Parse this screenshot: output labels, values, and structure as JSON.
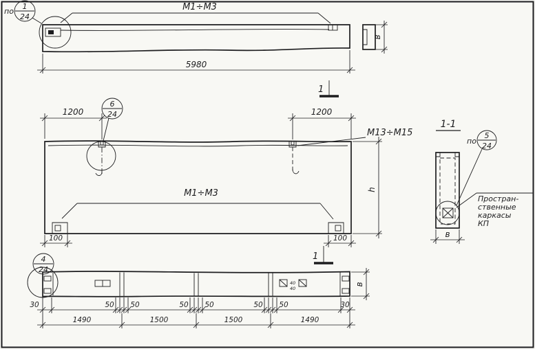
{
  "palette": {
    "ink": "#1d1d1f",
    "paper": "#f8f8f4"
  },
  "bubbles": {
    "b1": {
      "prefix": "по",
      "num": "1",
      "den": "24"
    },
    "b6": {
      "num": "6",
      "den": "24"
    },
    "b5": {
      "prefix": "по",
      "num": "5",
      "den": "24"
    },
    "b4": {
      "num": "4",
      "den": "24"
    }
  },
  "top_view": {
    "mark": "М1÷М3",
    "length": "5980",
    "width": "в"
  },
  "elevation": {
    "dim_left": "1200",
    "dim_right": "1200",
    "anchor_mark": "М13÷М15",
    "embed_mark": "М1÷М3",
    "dim_bottom_left": "100",
    "dim_bottom_right": "100",
    "height": "h",
    "cut_label": "1"
  },
  "section": {
    "title": "1-1",
    "width": "в",
    "note": [
      "Простран-",
      "ственные",
      "каркасы",
      "КП"
    ]
  },
  "bottom_view": {
    "width": "в",
    "row1": [
      "30",
      "50",
      "50",
      "50",
      "50",
      "50",
      "50",
      "30"
    ],
    "row2": [
      "1490",
      "1500",
      "1500",
      "1490"
    ],
    "tiny": [
      "40",
      "40"
    ]
  }
}
